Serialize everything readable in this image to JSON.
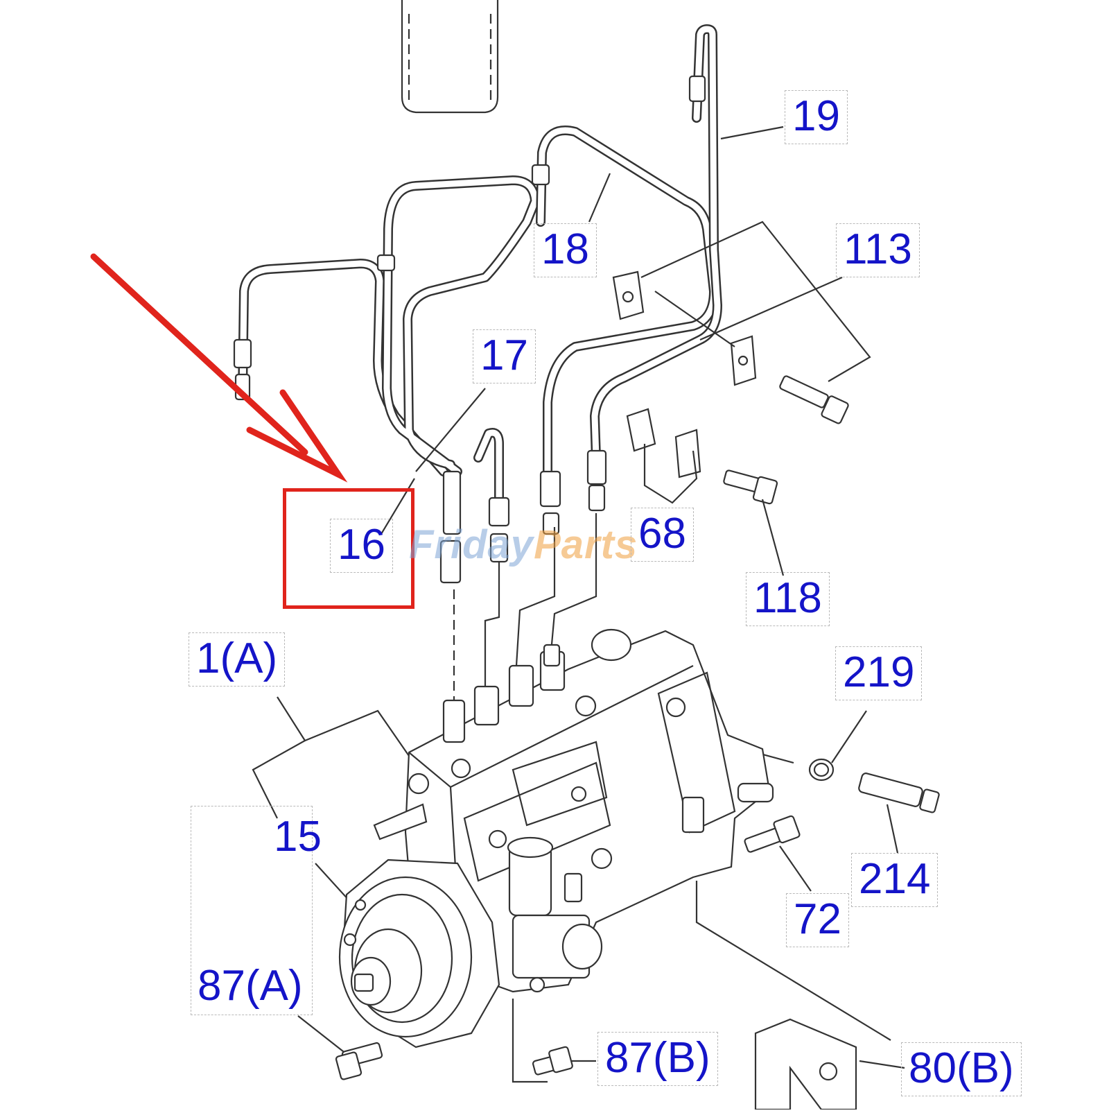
{
  "diagram": {
    "callouts": [
      {
        "id": "19",
        "text": "19"
      },
      {
        "id": "18",
        "text": "18"
      },
      {
        "id": "113",
        "text": "113"
      },
      {
        "id": "17",
        "text": "17"
      },
      {
        "id": "16",
        "text": "16"
      },
      {
        "id": "68",
        "text": "68"
      },
      {
        "id": "118",
        "text": "118"
      },
      {
        "id": "1a",
        "text": "1(A)"
      },
      {
        "id": "219",
        "text": "219"
      },
      {
        "id": "15",
        "text": "15"
      },
      {
        "id": "214",
        "text": "214"
      },
      {
        "id": "72",
        "text": "72"
      },
      {
        "id": "87a",
        "text": "87(A)"
      },
      {
        "id": "87b",
        "text": "87(B)"
      },
      {
        "id": "80b",
        "text": "80(B)"
      }
    ],
    "highlighted_part": "16",
    "watermark": {
      "part1": "Friday",
      "part2": "Parts"
    },
    "colors": {
      "callout": "#1414c8",
      "arrow": "#e0241c",
      "highlight": "#e0241c",
      "line": "#333333"
    }
  }
}
